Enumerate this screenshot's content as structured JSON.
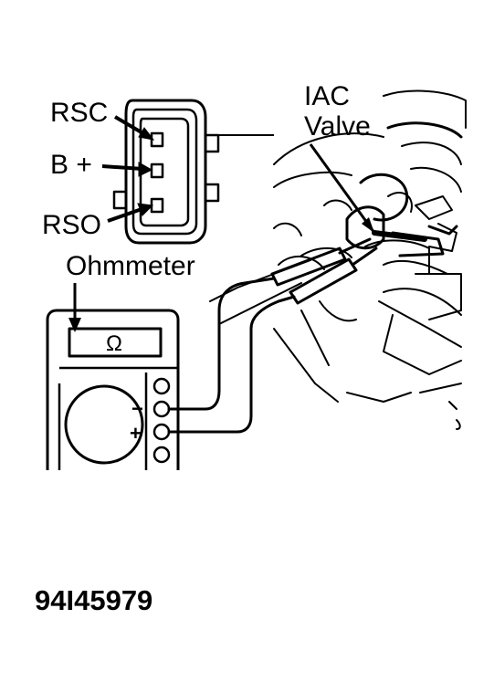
{
  "labels": {
    "rsc": "RSC",
    "b_plus": "B +",
    "rso": "RSO",
    "ohmmeter": "Ohmmeter",
    "iac_line1": "IAC",
    "iac_line2": "Valve",
    "ohm_symbol": "Ω",
    "minus": "−",
    "plus": "+"
  },
  "figure_id": "94I45979",
  "colors": {
    "ink": "#000000",
    "paper": "#ffffff"
  }
}
